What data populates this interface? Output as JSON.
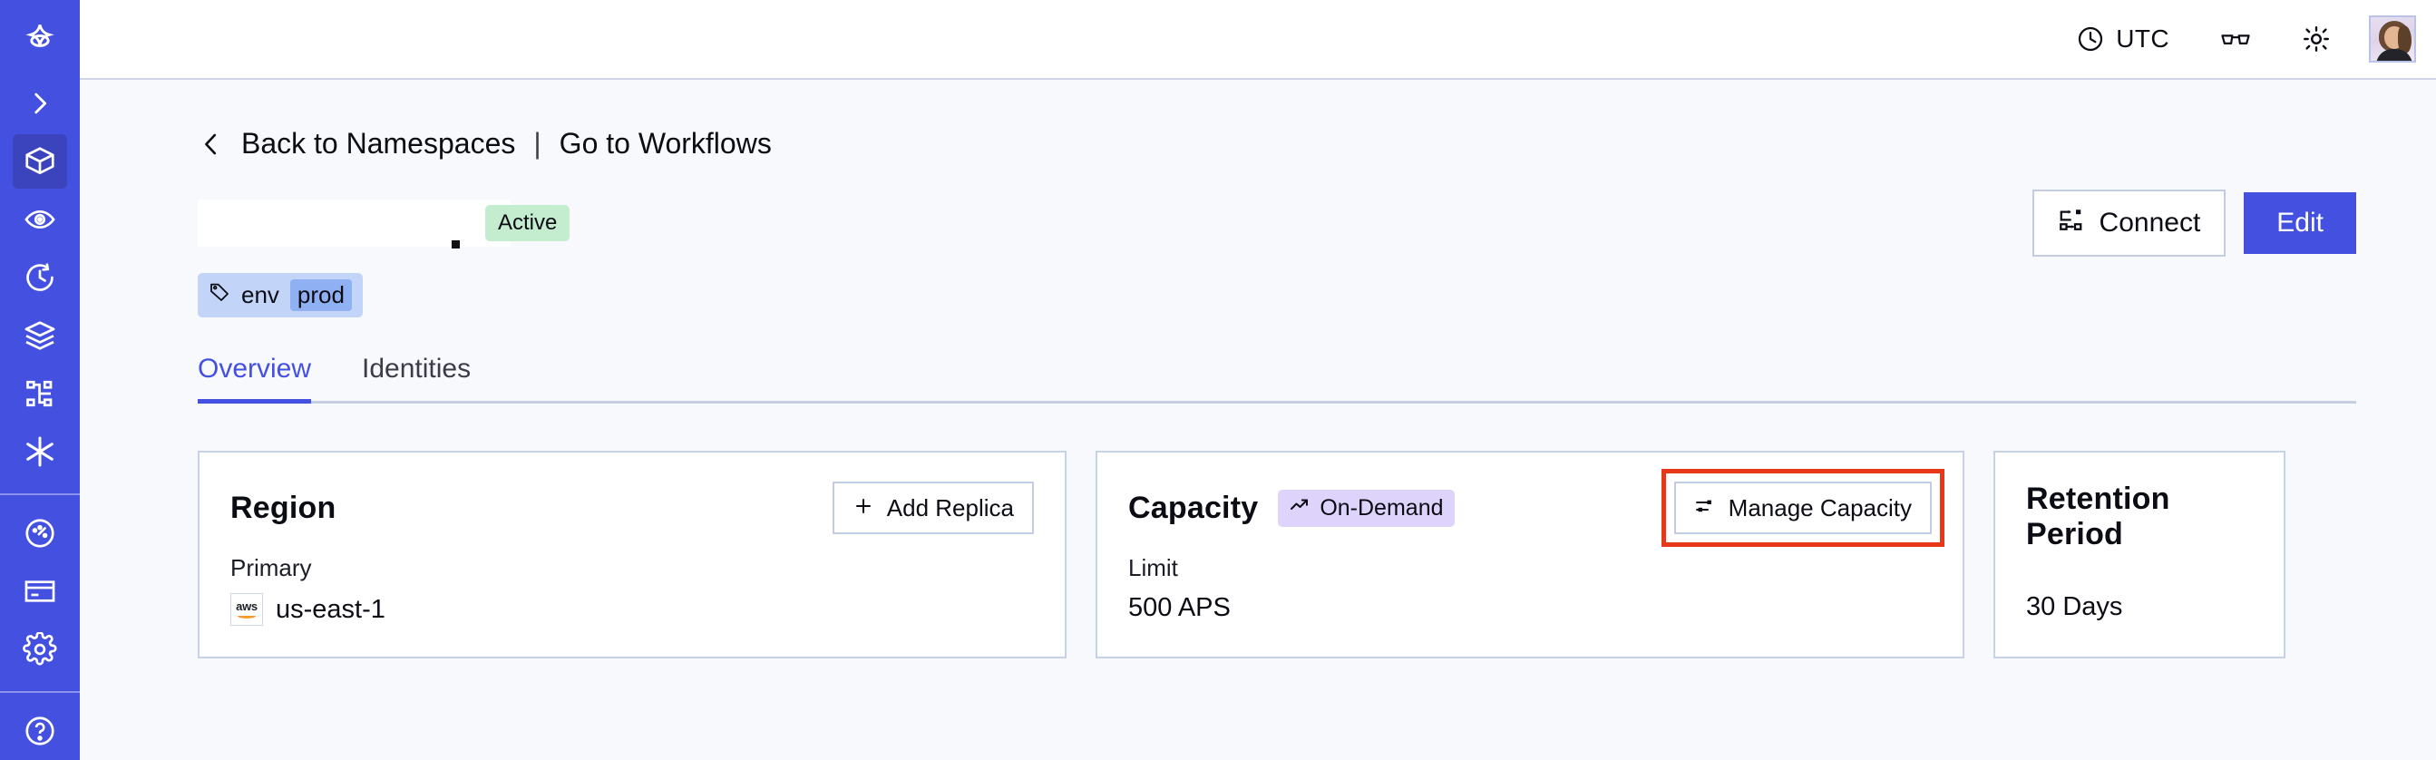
{
  "sidebar": {
    "items": [
      {
        "name": "brand-logo",
        "icon": "brand-star-icon",
        "active": false
      },
      {
        "name": "expand-nav",
        "icon": "chevron-right-icon",
        "active": false
      },
      {
        "name": "namespaces",
        "icon": "cube-icon",
        "active": true
      },
      {
        "name": "observability",
        "icon": "eye-icon",
        "active": false
      },
      {
        "name": "schedules",
        "icon": "clock-rotate-icon",
        "active": false
      },
      {
        "name": "layers",
        "icon": "layers-icon",
        "active": false
      },
      {
        "name": "workflows",
        "icon": "sitemap-icon",
        "active": false
      },
      {
        "name": "nexus",
        "icon": "asterisk-icon",
        "active": false
      },
      {
        "name": "usage",
        "icon": "gauge-icon",
        "active": false
      },
      {
        "name": "billing",
        "icon": "credit-card-icon",
        "active": false
      },
      {
        "name": "settings",
        "icon": "gear-icon",
        "active": false
      },
      {
        "name": "help",
        "icon": "help-circle-icon",
        "active": false
      }
    ]
  },
  "topbar": {
    "timezone_label": "UTC",
    "clock_icon": "clock-icon",
    "glasses_icon": "glasses-icon",
    "theme_icon": "sun-icon",
    "avatar_name": "user-avatar"
  },
  "breadcrumb": {
    "back_icon": "chevron-left-icon",
    "back_label": "Back to Namespaces",
    "separator": "|",
    "forward_label": "Go to Workflows"
  },
  "header": {
    "title": "",
    "status_badge": "Active",
    "tag": {
      "icon": "tag-icon",
      "key": "env",
      "value": "prod"
    },
    "connect_label": "Connect",
    "connect_icon": "connect-flow-icon",
    "edit_label": "Edit"
  },
  "tabs": [
    {
      "label": "Overview",
      "active": true
    },
    {
      "label": "Identities",
      "active": false
    }
  ],
  "cards": {
    "region": {
      "title": "Region",
      "action_label": "Add Replica",
      "action_icon": "plus-icon",
      "label": "Primary",
      "provider_icon": "aws-icon",
      "provider_text": "aws",
      "value": "us-east-1"
    },
    "capacity": {
      "title": "Capacity",
      "badge_icon": "trending-up-icon",
      "badge_label": "On-Demand",
      "action_label": "Manage Capacity",
      "action_icon": "sliders-icon",
      "action_highlighted": true,
      "label": "Limit",
      "value": "500 APS"
    },
    "retention": {
      "title": "Retention Period",
      "value": "30 Days"
    }
  },
  "colors": {
    "brand": "#4450e0",
    "sidebar_active": "#3b44bd",
    "page_bg": "#f7f9fc",
    "card_border": "#c6d2e8",
    "status_active_bg": "#c4edcf",
    "tag_bg": "#c2d4f8",
    "tag_value_bg": "#8fb0f2",
    "badge_ondemand_bg": "#ded3fb",
    "highlight_outline": "#e8381a"
  }
}
